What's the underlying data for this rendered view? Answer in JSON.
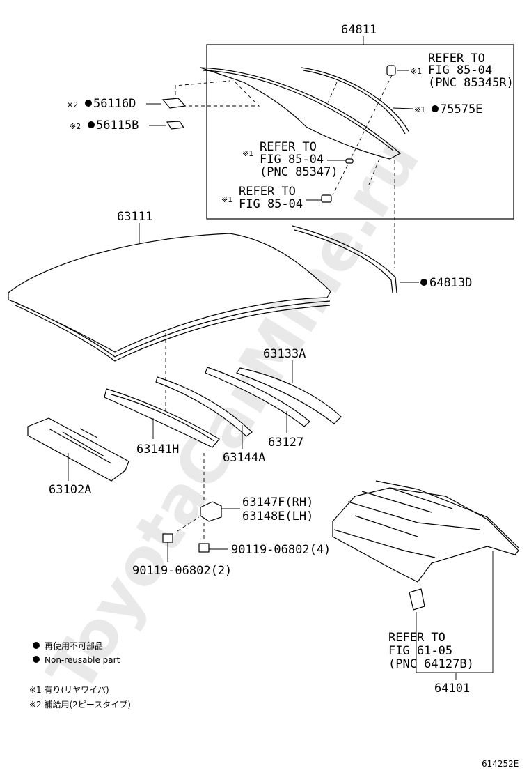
{
  "watermark": "ToyotaCarMine.ru",
  "parts": {
    "p64811": "64811",
    "p56116D": "56116D",
    "p56115B": "56115B",
    "p75575E": "75575E",
    "p63111": "63111",
    "p64813D": "64813D",
    "p63133A": "63133A",
    "p63141H": "63141H",
    "p63144A": "63144A",
    "p63127": "63127",
    "p63102A": "63102A",
    "p63147F": "63147F(RH)",
    "p63148E": "63148E(LH)",
    "p90119_4": "90119-06802(4)",
    "p90119_2": "90119-06802(2)",
    "p64101": "64101"
  },
  "refs": {
    "r1": [
      "REFER TO",
      "FIG 85-04",
      "(PNC 85345R)"
    ],
    "r2": [
      "REFER TO",
      "FIG 85-04",
      "(PNC 85347)"
    ],
    "r3": [
      "REFER TO",
      "FIG 85-04"
    ],
    "r4": [
      "REFER TO",
      "FIG 61-05",
      "(PNC 64127B)"
    ]
  },
  "marks": {
    "m1": "※1",
    "m2": "※2"
  },
  "legend": {
    "jp": "再使用不可部品",
    "en": "Non-reusable part",
    "note1": "※1 有り(リヤワイパ)",
    "note2": "※2 補給用(2ピースタイプ)"
  },
  "figure_id": "614252E"
}
